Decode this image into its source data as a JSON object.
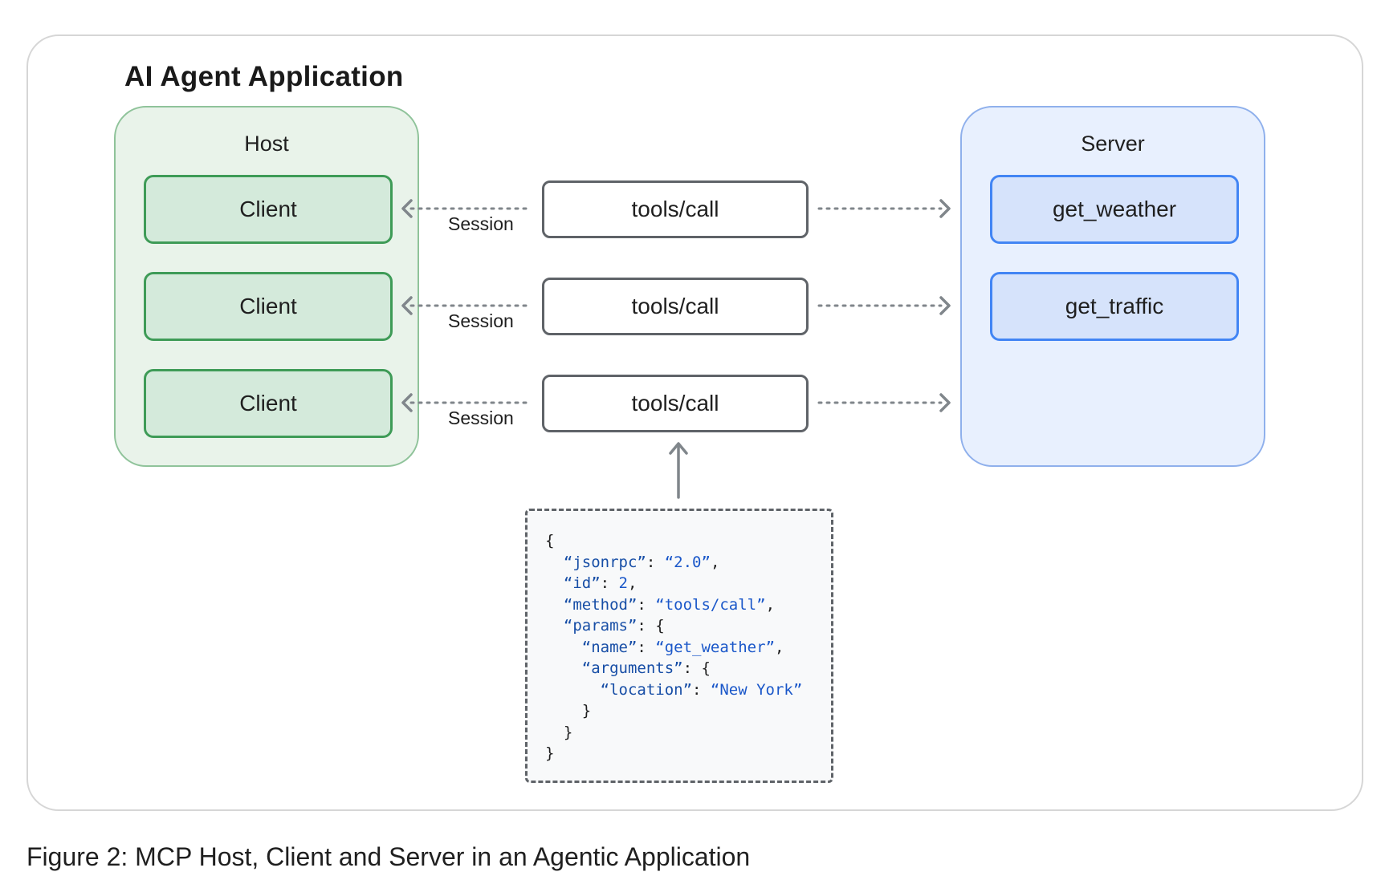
{
  "title": "AI Agent Application",
  "host": {
    "label": "Host",
    "clients": [
      "Client",
      "Client",
      "Client"
    ]
  },
  "server": {
    "label": "Server",
    "tools": [
      "get_weather",
      "get_traffic"
    ]
  },
  "calls": [
    "tools/call",
    "tools/call",
    "tools/call"
  ],
  "session_labels": [
    "Session",
    "Session",
    "Session"
  ],
  "json_request": {
    "open": "{",
    "jsonrpc_key": "“jsonrpc”",
    "jsonrpc_val": "“2.0”",
    "id_key": "“id”",
    "id_val": "2",
    "method_key": "“method”",
    "method_val": "“tools/call”",
    "params_key": "“params”",
    "name_key": "“name”",
    "name_val": "“get_weather”",
    "arguments_key": "“arguments”",
    "location_key": "“location”",
    "location_val": "“New York”",
    "close": "}"
  },
  "caption": "Figure 2:  MCP Host, Client and Server in an Agentic Application",
  "colors": {
    "host_fill": "#e9f3ea",
    "client_border": "#3e9b57",
    "server_fill": "#e8f0fe",
    "tool_border": "#4285f4",
    "connector": "#80868b"
  }
}
